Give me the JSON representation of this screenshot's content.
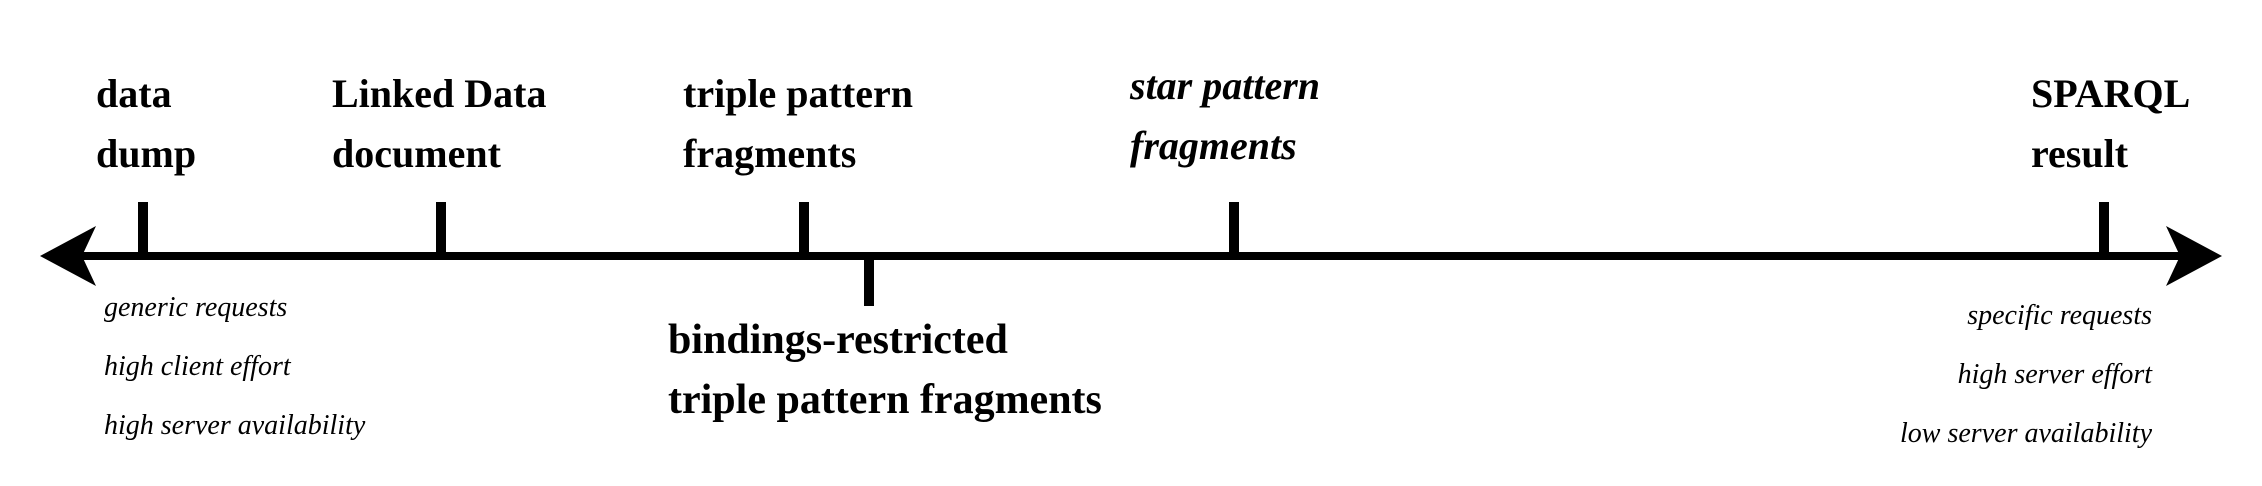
{
  "colors": {
    "axis": "#000000",
    "text": "#000000",
    "background": "#ffffff"
  },
  "top_labels": [
    {
      "id": "data-dump",
      "lines": [
        "data",
        "dump"
      ],
      "italic": false
    },
    {
      "id": "linked-data-document",
      "lines": [
        "Linked Data",
        "document"
      ],
      "italic": false
    },
    {
      "id": "triple-pattern-fragments",
      "lines": [
        "triple pattern",
        "fragments"
      ],
      "italic": false
    },
    {
      "id": "star-pattern-fragments",
      "lines": [
        "star pattern",
        "fragments"
      ],
      "italic": true
    },
    {
      "id": "sparql-result",
      "lines": [
        "SPARQL",
        "result"
      ],
      "italic": false
    }
  ],
  "bottom_label": {
    "id": "bindings-restricted",
    "lines": [
      "bindings-restricted",
      "triple pattern fragments"
    ]
  },
  "left_notes": [
    "generic requests",
    "high client effort",
    "high server availability"
  ],
  "right_notes": [
    "specific requests",
    "high server effort",
    "low server availability"
  ]
}
